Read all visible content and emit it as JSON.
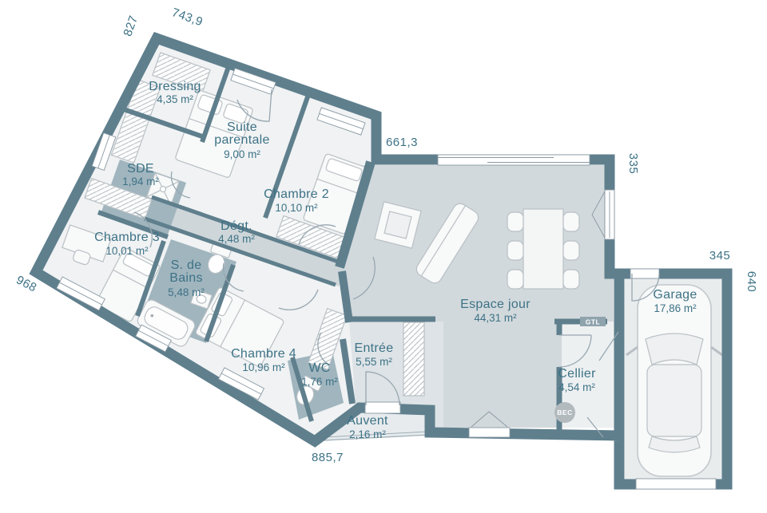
{
  "plan": {
    "rooms": [
      {
        "label": "Dressing",
        "area": "4,35 m²"
      },
      {
        "label": "Suite parentale",
        "line1": "Suite",
        "line2": "parentale",
        "area": "9,00 m²"
      },
      {
        "label": "SDE",
        "area": "1,94 m²"
      },
      {
        "label": "Chambre 2",
        "area": "10,10 m²"
      },
      {
        "label": "Dégt.",
        "area": "4,48 m²"
      },
      {
        "label": "Chambre 3",
        "area": "10,01 m²"
      },
      {
        "label": "S. de Bains",
        "line1": "S. de",
        "line2": "Bains",
        "area": "5,48 m²"
      },
      {
        "label": "Chambre 4",
        "area": "10,96 m²"
      },
      {
        "label": "WC",
        "area": "1,76 m²"
      },
      {
        "label": "Entrée",
        "area": "5,55 m²"
      },
      {
        "label": "Espace jour",
        "area": "44,31 m²"
      },
      {
        "label": "Cellier",
        "area": "4,54 m²"
      },
      {
        "label": "Garage",
        "area": "17,86 m²"
      },
      {
        "label": "Auvent",
        "area": "2,16 m²"
      }
    ],
    "dimensions_cm": {
      "top_wing": "743,9",
      "left_wing": "827",
      "living_top": "661,3",
      "living_right": "335",
      "garage_top": "345",
      "garage_right": "640",
      "lower_left": "968",
      "bottom": "885,7"
    },
    "technical_labels": {
      "gtl": "GTL",
      "bec": "BEC"
    },
    "colors": {
      "wall": "#5f7f8d",
      "room_floor": "#f0f2f3",
      "living_floor": "#d2d9dc",
      "corridor_floor": "#ced6d9",
      "wet_floor": "#a0b5be",
      "entry_floor": "#dde3e6",
      "cellier_floor": "#edf0f1",
      "garage_floor": "#e9eced",
      "label_text": "#3d7286"
    }
  }
}
